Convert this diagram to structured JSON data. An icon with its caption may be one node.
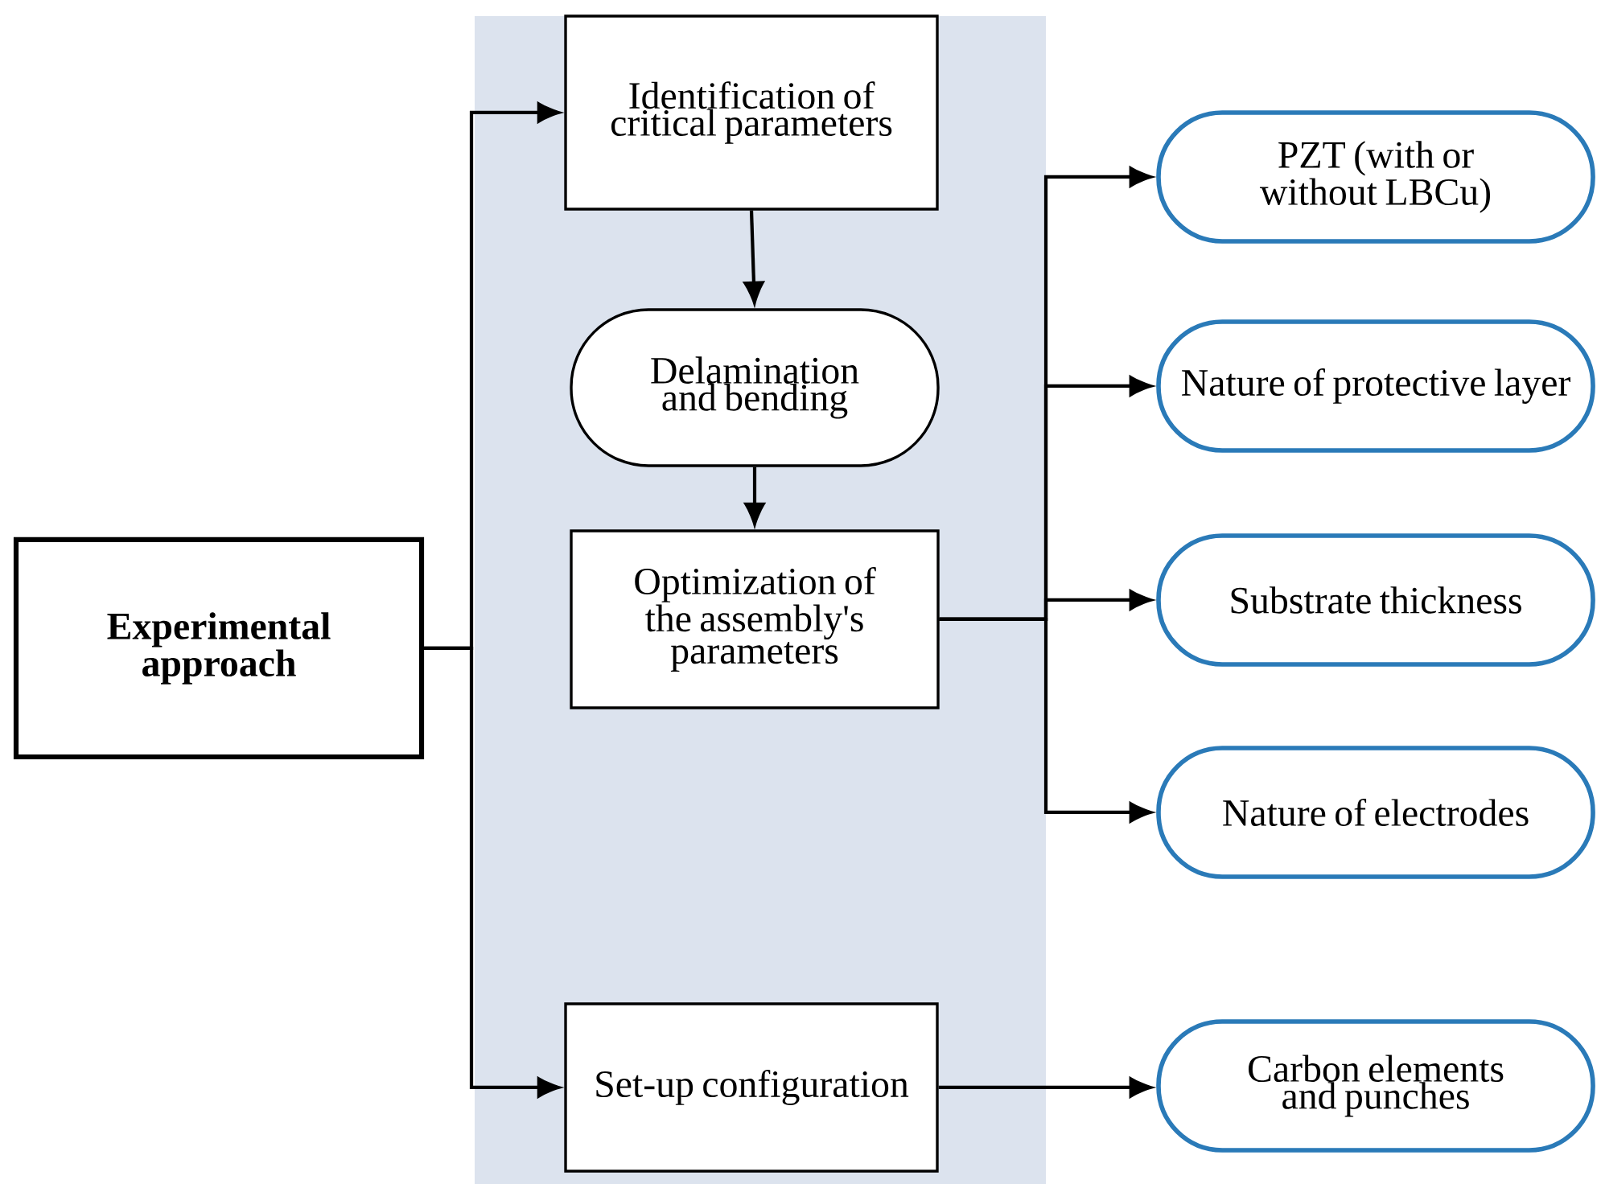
{
  "diagram": {
    "nodes": [
      {
        "text": [
          "Experimental approach"
        ]
      },
      {
        "text": [
          "Identification of critical parameters"
        ]
      },
      {
        "text": [
          "Delamination and bending"
        ]
      },
      {
        "text": [
          "Optimization of the assembly's parameters"
        ]
      },
      {
        "text": [
          "Set-up configuration"
        ]
      },
      {
        "text": [
          "PZT (with or without LBCu)"
        ]
      },
      {
        "text": [
          "Nature of protective layer"
        ]
      },
      {
        "text": [
          "Substrate thickness"
        ]
      },
      {
        "text": [
          "Nature of electrodes"
        ]
      },
      {
        "text": [
          "Carbon elements and punches"
        ]
      }
    ],
    "edges": [
      {
        "from": 0,
        "to": 1,
        "arrow": "to"
      },
      {
        "from": 0,
        "to": 4,
        "arrow": "to"
      },
      {
        "from": 1,
        "to": 2,
        "arrow": "to"
      },
      {
        "from": 2,
        "to": 3,
        "arrow": "to"
      },
      {
        "from": 3,
        "to": 5,
        "arrow": "to"
      },
      {
        "from": 3,
        "to": 6,
        "arrow": "to"
      },
      {
        "from": 3,
        "to": 7,
        "arrow": "to"
      },
      {
        "from": 3,
        "to": 8,
        "arrow": "to"
      },
      {
        "from": 4,
        "to": 9,
        "arrow": "to"
      }
    ]
  }
}
